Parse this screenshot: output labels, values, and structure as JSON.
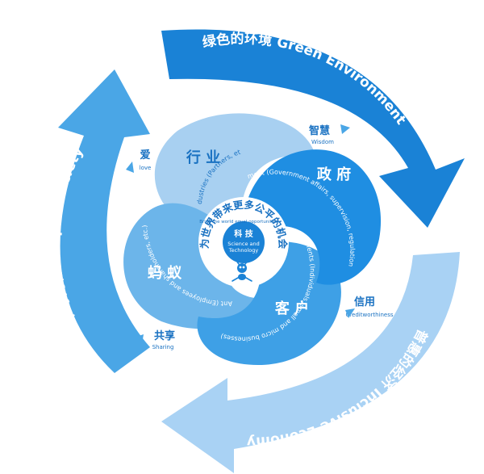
{
  "outer_ring": {
    "green_environment": "绿色的环境 Green Environment",
    "inclusive_economy": "普惠的经济 Inclusive Economy",
    "equal_society": "平等的社会 Equal Society"
  },
  "petals": {
    "industries": {
      "cn": "行 业",
      "en": "Industries (Partners, etc.)"
    },
    "government": {
      "cn": "政 府",
      "en": "Government (Government affairs, supervision, regulations, etc.)"
    },
    "clients": {
      "cn": "客 户",
      "en": "Clients (Individuals, small and micro businesses)"
    },
    "ant": {
      "cn": "蚂 蚁",
      "en": "Ant (Employees and shareholders, etc.)"
    }
  },
  "values": {
    "wisdom": {
      "cn": "智慧",
      "en": "Wisdom"
    },
    "credit": {
      "cn": "信用",
      "en": "Creditworthiness"
    },
    "sharing": {
      "cn": "共享",
      "en": "Sharing"
    },
    "love": {
      "cn": "爱",
      "en": "love"
    }
  },
  "center": {
    "mission_cn": "为世界带来更多公平的机会",
    "mission_en": "Bring the world equal opportunities",
    "tech_cn": "科 技",
    "tech_en_1": "Science and",
    "tech_en_2": "Technology"
  },
  "colors": {
    "ring_dark": "#1a82d6",
    "ring_mid": "#4aa6e6",
    "ring_light": "#a9d2f4",
    "petal_light": "#a8d0f1",
    "petal_mid": "#3ea0e6",
    "petal_bright": "#1f8ee2",
    "petal_pale": "#6cb5ea",
    "mascot": "#1a82d6"
  },
  "icons": {
    "mascot": "ant-mascot-icon",
    "value_marker": "triangle-marker-icon"
  }
}
